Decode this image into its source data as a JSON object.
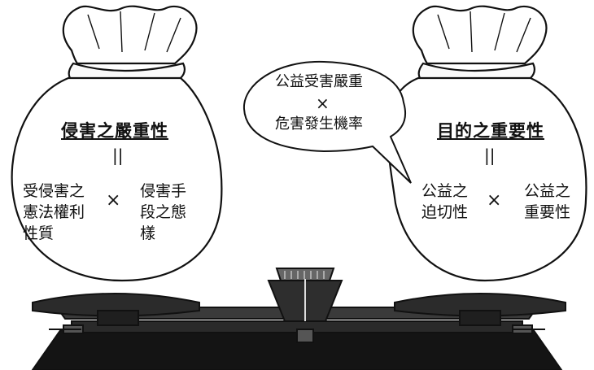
{
  "left_bag": {
    "title": "侵害之嚴重性",
    "equals": "||",
    "factor_1": "受侵害之\n憲法權利\n性質",
    "operator": "×",
    "factor_2": "侵害手\n段之態\n樣"
  },
  "right_bag": {
    "title": "目的之重要性",
    "equals": "||",
    "factor_1": "公益之\n迫切性",
    "operator": "×",
    "factor_2": "公益之\n重要性"
  },
  "speech_bubble": {
    "line_1": "公益受害嚴重",
    "operator": "×",
    "line_2": "危害發生機率"
  },
  "scale": {
    "description_icon": "balance-scale-icon"
  }
}
